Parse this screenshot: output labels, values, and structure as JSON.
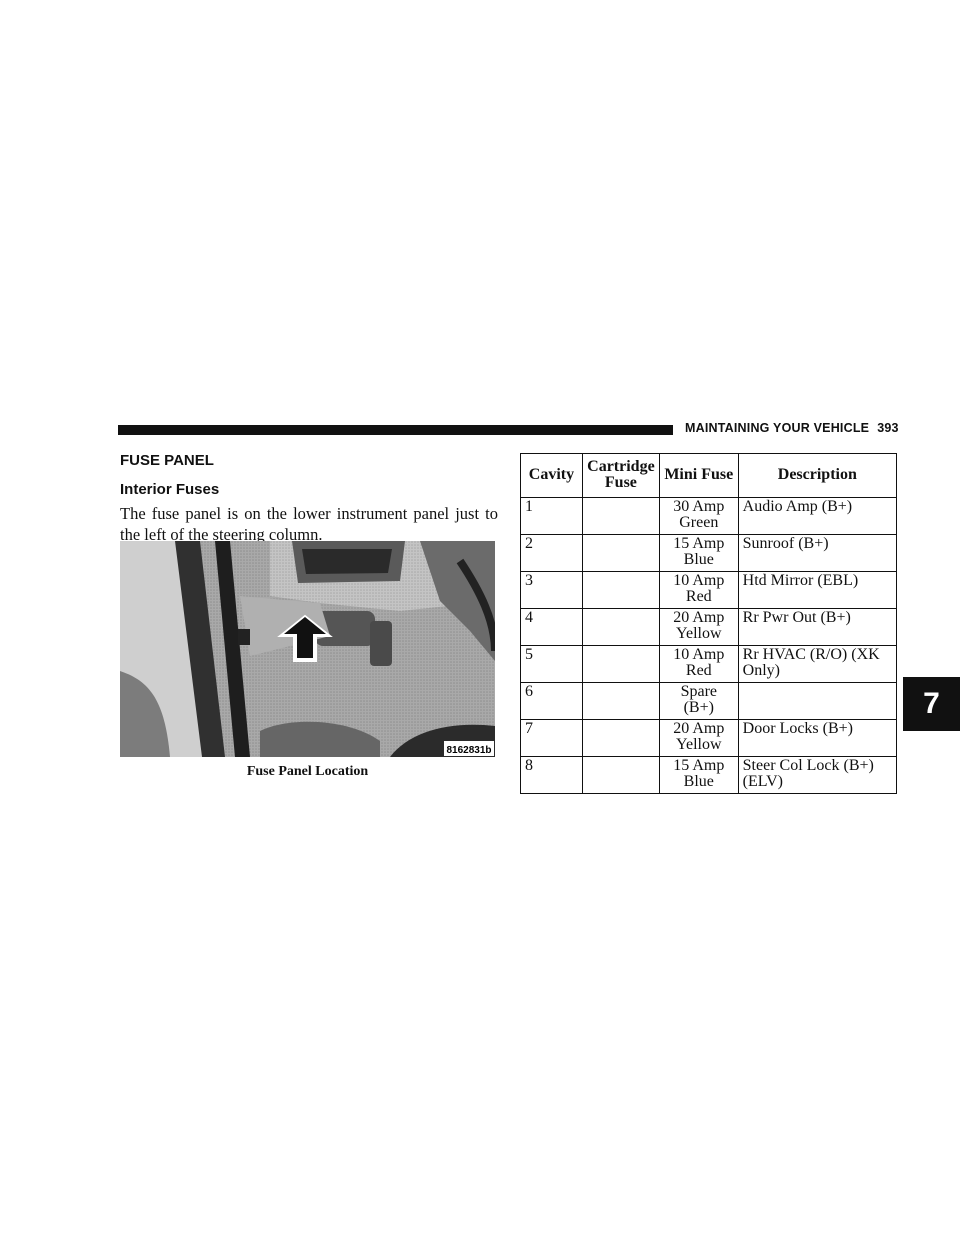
{
  "header": {
    "title": "MAINTAINING YOUR VEHICLE",
    "page_number": "393"
  },
  "section_title": "FUSE PANEL",
  "subsection_title": "Interior Fuses",
  "body_text": "The fuse panel is on the lower instrument panel just to the left of the steering column.",
  "figure": {
    "image_code": "8162831b",
    "caption": "Fuse Panel Location"
  },
  "table": {
    "headers": {
      "cavity": "Cavity",
      "cartridge": "Cartridge Fuse",
      "mini": "Mini Fuse",
      "description": "Description"
    },
    "rows": [
      {
        "cavity": "1",
        "cartridge": "",
        "mini": "30 Amp Green",
        "description": "Audio Amp (B+)"
      },
      {
        "cavity": "2",
        "cartridge": "",
        "mini": "15 Amp Blue",
        "description": "Sunroof (B+)"
      },
      {
        "cavity": "3",
        "cartridge": "",
        "mini": "10 Amp Red",
        "description": "Htd Mirror (EBL)"
      },
      {
        "cavity": "4",
        "cartridge": "",
        "mini": "20 Amp Yellow",
        "description": "Rr Pwr Out (B+)"
      },
      {
        "cavity": "5",
        "cartridge": "",
        "mini": "10 Amp Red",
        "description": "Rr HVAC (R/O) (XK Only)"
      },
      {
        "cavity": "6",
        "cartridge": "",
        "mini": "Spare (B+)",
        "description": ""
      },
      {
        "cavity": "7",
        "cartridge": "",
        "mini": "20 Amp Yellow",
        "description": "Door Locks (B+)"
      },
      {
        "cavity": "8",
        "cartridge": "",
        "mini": "15 Amp Blue",
        "description": "Steer Col Lock (B+) (ELV)"
      }
    ]
  },
  "chapter_tab": "7"
}
